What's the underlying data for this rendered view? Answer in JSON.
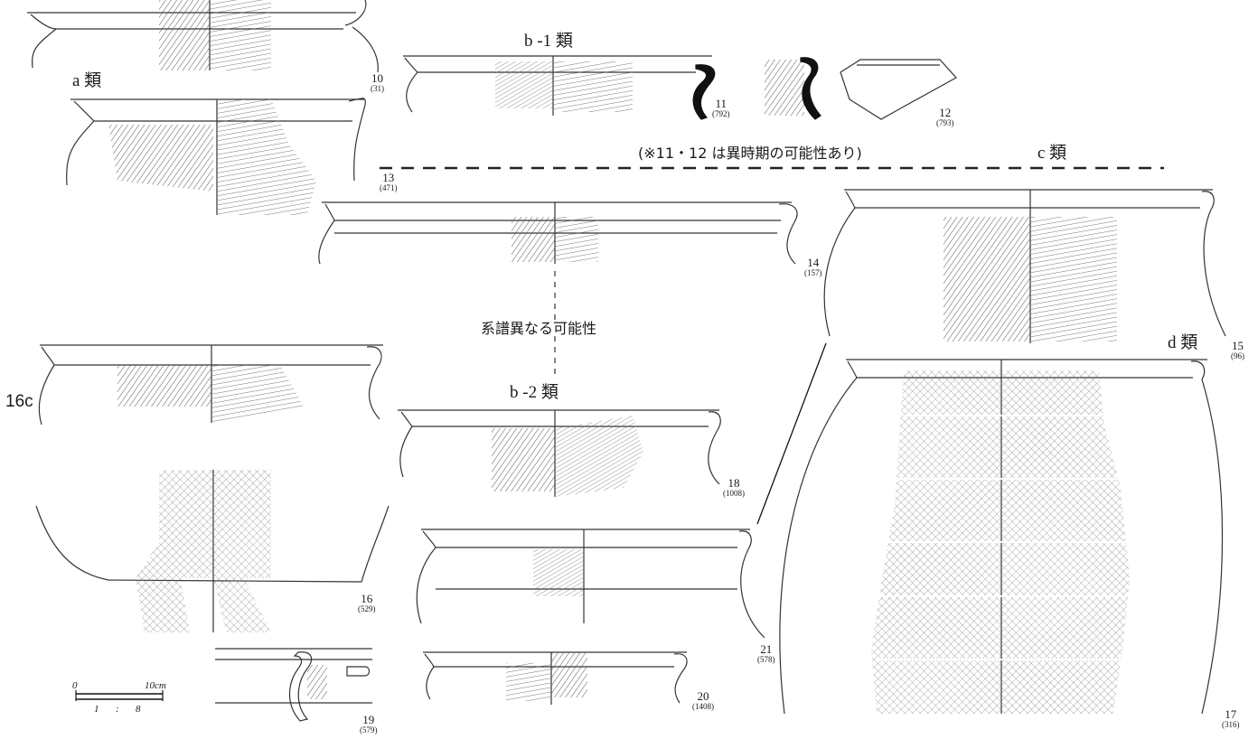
{
  "classes": {
    "a": "a 類",
    "b1": "b -1 類",
    "b2": "b -2 類",
    "c": "c 類",
    "d": "d 類"
  },
  "notes": {
    "heterochronic": "(※11・12 は異時期の可能性あり)",
    "lineage": "系譜異なる可能性"
  },
  "section_label": "16c",
  "vessels": [
    {
      "no": "10",
      "ref": "(31)"
    },
    {
      "no": "11",
      "ref": "(792)"
    },
    {
      "no": "12",
      "ref": "(793)"
    },
    {
      "no": "13",
      "ref": "(471)"
    },
    {
      "no": "14",
      "ref": "(157)"
    },
    {
      "no": "15",
      "ref": "(96)"
    },
    {
      "no": "16",
      "ref": "(529)"
    },
    {
      "no": "17",
      "ref": "(316)"
    },
    {
      "no": "18",
      "ref": "(1008)"
    },
    {
      "no": "19",
      "ref": "(579)"
    },
    {
      "no": "20",
      "ref": "(1408)"
    },
    {
      "no": "21",
      "ref": "(578)"
    }
  ],
  "scale": {
    "zero": "0",
    "length": "10cm",
    "ratio_left": "1",
    "ratio_sep": ":",
    "ratio_right": "8"
  },
  "colors": {
    "line": "#333333",
    "texture": "#555555",
    "fill_dark": "#111111"
  }
}
